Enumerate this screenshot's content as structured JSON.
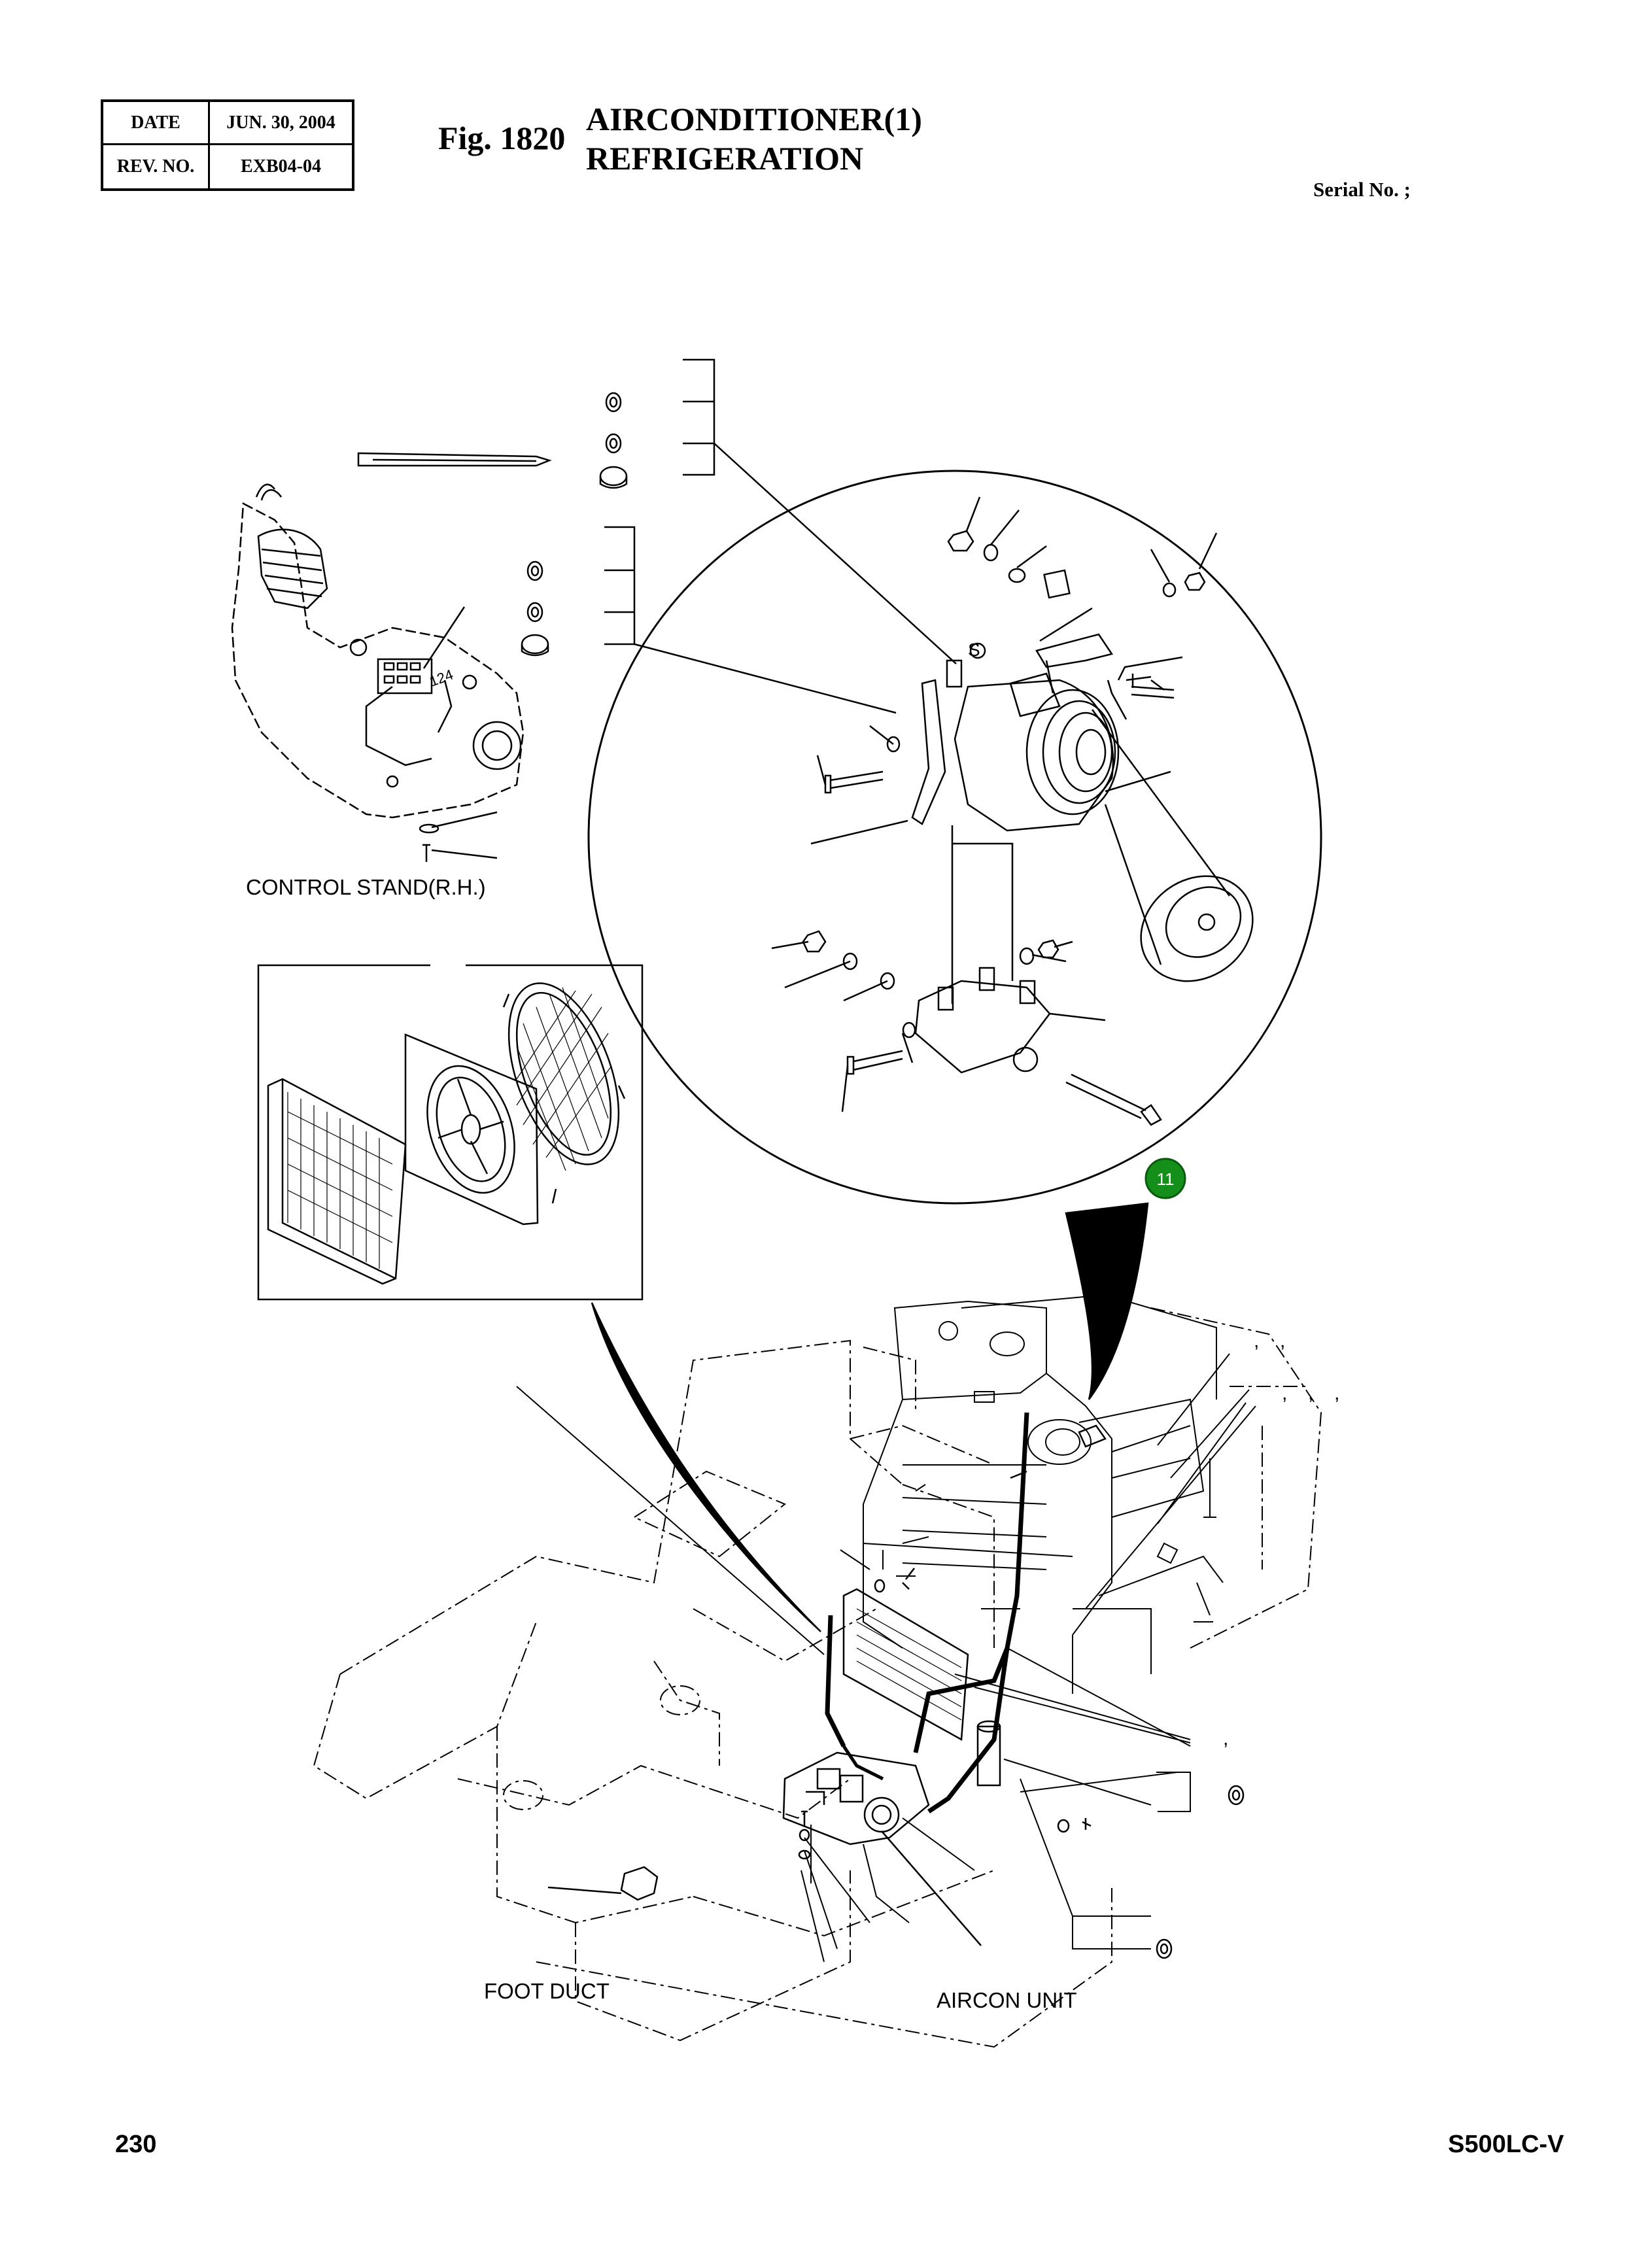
{
  "revision": {
    "date_label": "DATE",
    "date_value": "JUN. 30, 2004",
    "rev_label": "REV. NO.",
    "rev_value": "EXB04-04"
  },
  "figure": {
    "number": "Fig. 1820",
    "title_line1": "AIRCONDITIONER(1)",
    "title_line2": "REFRIGERATION"
  },
  "serial": "Serial No. ;",
  "labels": {
    "control_stand": "CONTROL STAND(R.H.)",
    "foot_duct": "FOOT DUCT",
    "aircon_unit": "AIRCON UNIT",
    "callout_11": "11"
  },
  "footer": {
    "page": "230",
    "model": "S500LC-V"
  }
}
